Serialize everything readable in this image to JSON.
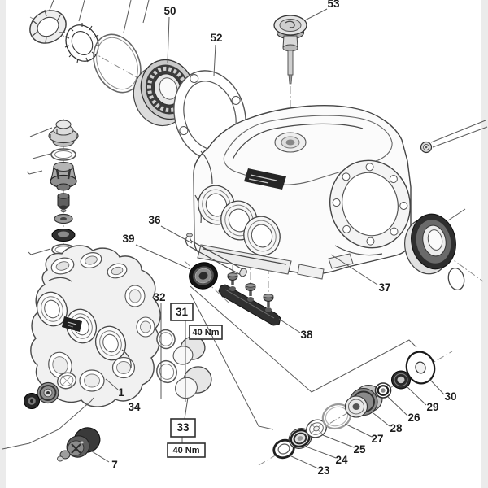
{
  "diagram": {
    "type": "exploded-parts-diagram",
    "background": "#ffffff",
    "matte_color": "#ebebeb",
    "line_color": "#4a4a4a",
    "label_color": "#1c1c1c"
  },
  "part_labels": {
    "p1": "1",
    "p7": "7",
    "p23": "23",
    "p24": "24",
    "p25": "25",
    "p26": "26",
    "p27": "27",
    "p28": "28",
    "p29": "29",
    "p30": "30",
    "p31": "31",
    "p32": "32",
    "p33": "33",
    "p34": "34",
    "p36": "36",
    "p37": "37",
    "p38": "38",
    "p39": "39",
    "p50": "50",
    "p52": "52",
    "p53": "53"
  },
  "torque_callouts": {
    "upper": "40 Nm",
    "lower": "40 Nm"
  }
}
